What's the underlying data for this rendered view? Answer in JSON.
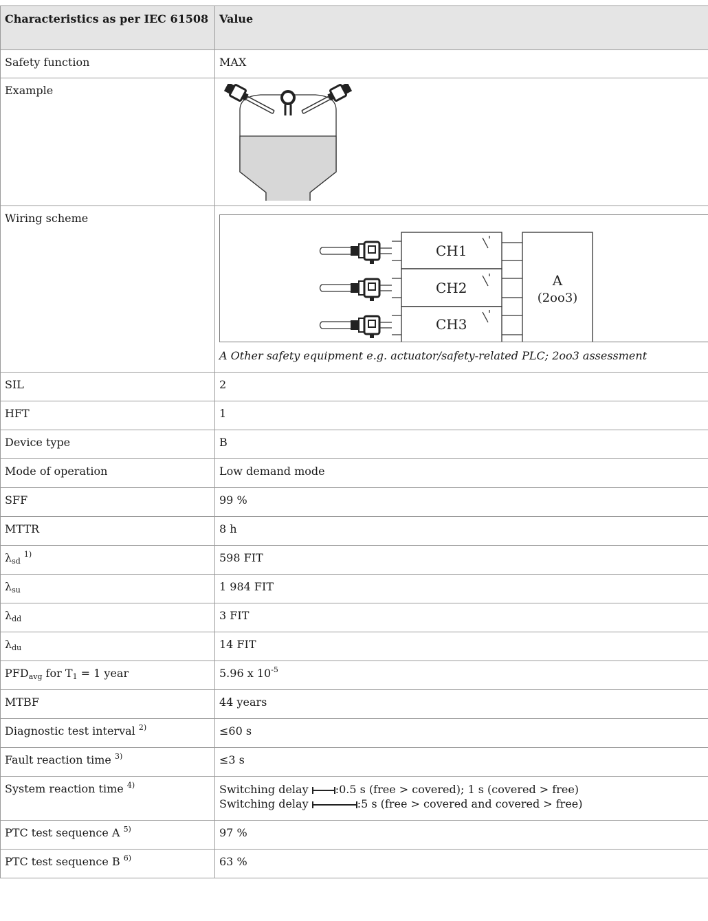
{
  "table": {
    "header": {
      "col1": "Characteristics as per IEC 61508",
      "col2": "Value"
    },
    "rows": {
      "safety_function": {
        "label": "Safety function",
        "value": "MAX"
      },
      "example": {
        "label": "Example"
      },
      "wiring": {
        "label": "Wiring scheme",
        "channels": [
          "CH1",
          "CH2",
          "CH3"
        ],
        "evaluator_label": "A",
        "evaluator_sub": "(2oo3)",
        "caption": "A Other safety equipment e.g. actuator/safety-related PLC; 2oo3 assessment"
      },
      "sil": {
        "label": "SIL",
        "value": "2"
      },
      "hft": {
        "label": "HFT",
        "value": "1"
      },
      "device_type": {
        "label": "Device type",
        "value": "B"
      },
      "mode": {
        "label": "Mode of operation",
        "value": "Low demand mode"
      },
      "sff": {
        "label": "SFF",
        "value": "99 %"
      },
      "mttr": {
        "label": "MTTR",
        "value": "8 h"
      },
      "lambda_sd": {
        "symbol": "λ",
        "sub": "sd",
        "note": "1)",
        "value": "598 FIT"
      },
      "lambda_su": {
        "symbol": "λ",
        "sub": "su",
        "value": "1 984 FIT"
      },
      "lambda_dd": {
        "symbol": "λ",
        "sub": "dd",
        "value": "3 FIT"
      },
      "lambda_du": {
        "symbol": "λ",
        "sub": "du",
        "value": "14 FIT"
      },
      "pfd": {
        "label_a": "PFD",
        "label_sub": "avg",
        "label_b": " for T",
        "label_sub2": "1",
        "label_c": " = 1 year",
        "value_base": "5.96 x 10",
        "value_exp": "-5"
      },
      "mtbf": {
        "label": "MTBF",
        "value": "44 years"
      },
      "diag": {
        "label": "Diagnostic test interval",
        "note": "2)",
        "value": "≤60 s"
      },
      "fault": {
        "label": "Fault reaction time",
        "note": "3)",
        "value": "≤3 s"
      },
      "system": {
        "label": "System reaction time",
        "note": "4)",
        "line1_a": "Switching delay",
        "line1_b": ":0.5 s (free > covered); 1 s (covered > free)",
        "line2_a": "Switching delay",
        "line2_b": ":5 s (free > covered and covered > free)"
      },
      "ptc_a": {
        "label": "PTC test sequence A",
        "note": "5)",
        "value": "97 %"
      },
      "ptc_b": {
        "label": "PTC test sequence B",
        "note": "6)",
        "value": "63 %"
      }
    }
  }
}
